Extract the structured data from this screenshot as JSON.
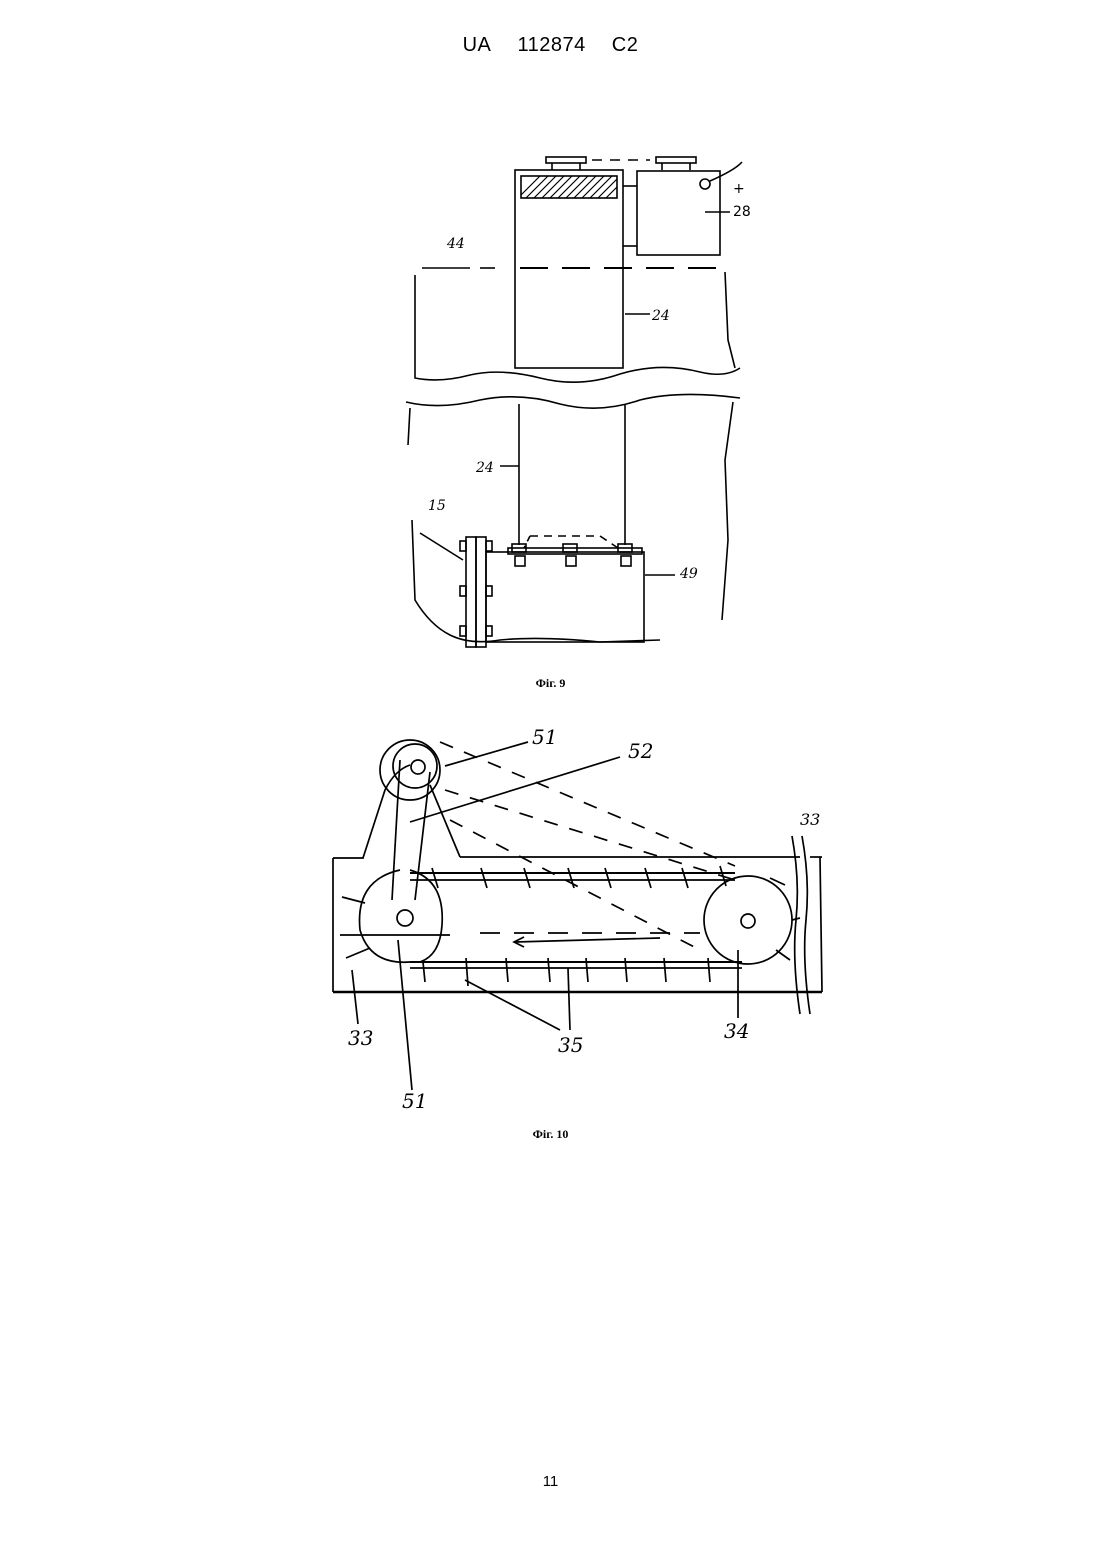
{
  "header": {
    "country": "UA",
    "number": "112874",
    "kind": "C2"
  },
  "figure9": {
    "caption": "Фіг. 9",
    "labels": {
      "l44": "44",
      "l28": "28",
      "l24a": "24",
      "l24b": "24",
      "l15": "15",
      "l49": "49",
      "plus": "+"
    }
  },
  "figure10": {
    "caption": "Фіг. 10",
    "labels": {
      "l51a": "51",
      "l52": "52",
      "l33a": "33",
      "l33b": "33",
      "l35": "35",
      "l34": "34",
      "l51b": "51"
    }
  },
  "page_number": "11"
}
